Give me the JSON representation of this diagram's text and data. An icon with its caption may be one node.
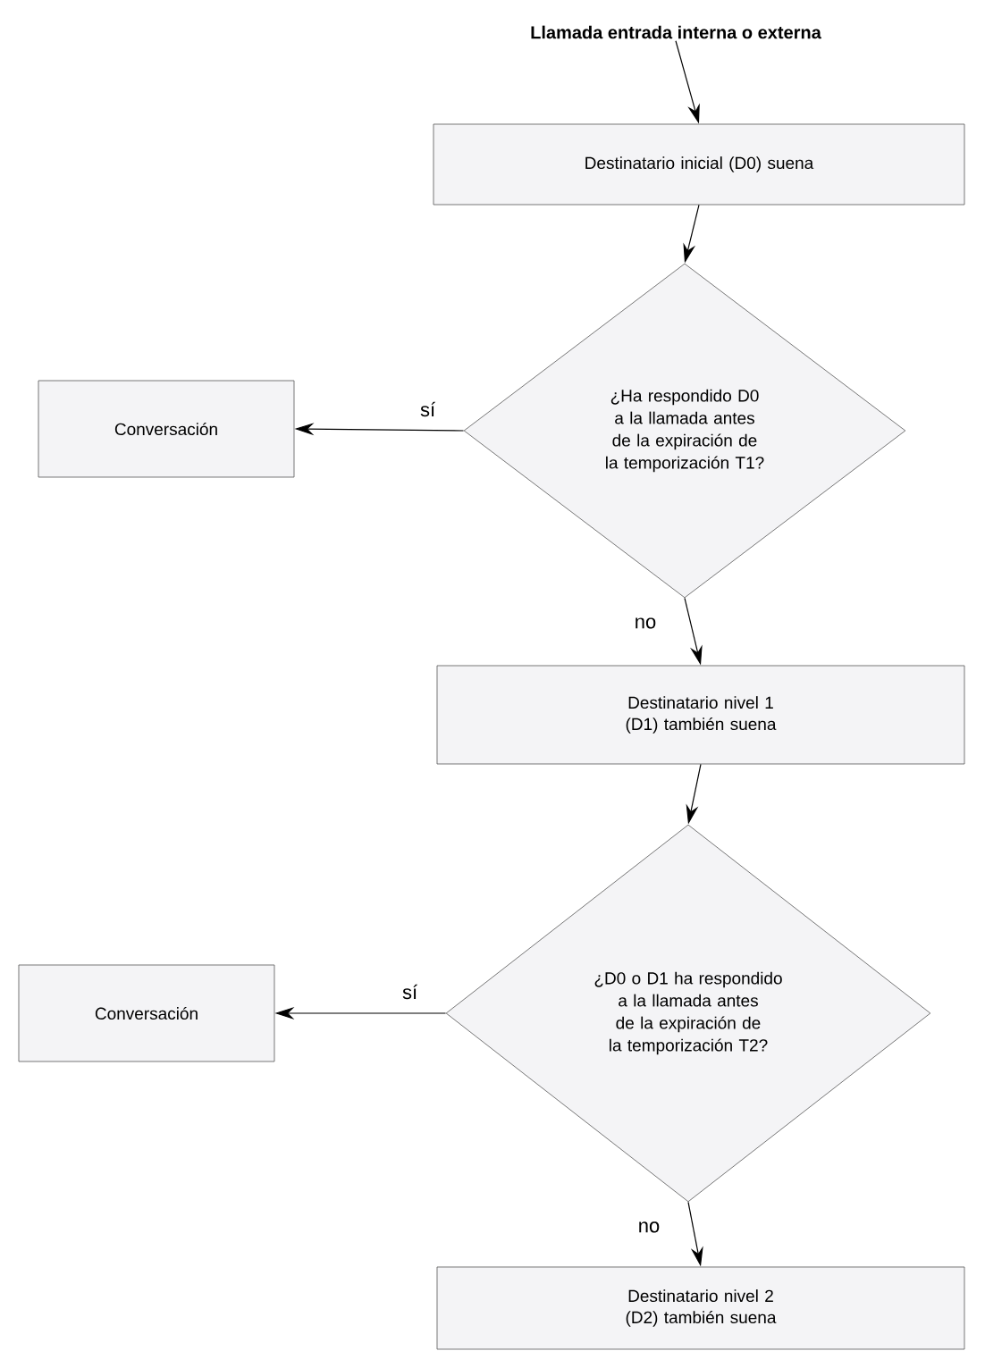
{
  "diagram": {
    "nodes": [
      {
        "text": [
          "Llamada entrada interna o externa"
        ]
      },
      {
        "text": [
          "Destinatario inicial (D0) suena"
        ]
      },
      {
        "text": [
          "¿Ha respondido D0 a la llamada antes de la expiración de la temporización T1?"
        ]
      },
      {
        "text": [
          "Conversación"
        ]
      },
      {
        "text": [
          "Destinatario nivel 1 (D1) también suena"
        ]
      },
      {
        "text": [
          "¿D0 o D1 ha respondido a la llamada antes de la expiración de la temporización T2?"
        ]
      },
      {
        "text": [
          "Conversación"
        ]
      },
      {
        "text": [
          "Destinatario nivel 2 (D2) también suena"
        ]
      }
    ],
    "edges": [
      {
        "from": 0,
        "to": 1,
        "arrow": "to"
      },
      {
        "from": 1,
        "to": 2,
        "arrow": "to"
      },
      {
        "from": 2,
        "to": 3,
        "arrow": "to",
        "label": "sí"
      },
      {
        "from": 2,
        "to": 4,
        "arrow": "to",
        "label": "no"
      },
      {
        "from": 4,
        "to": 5,
        "arrow": "to"
      },
      {
        "from": 5,
        "to": 6,
        "arrow": "to",
        "label": "sí"
      },
      {
        "from": 5,
        "to": 7,
        "arrow": "to",
        "label": "no"
      }
    ]
  }
}
